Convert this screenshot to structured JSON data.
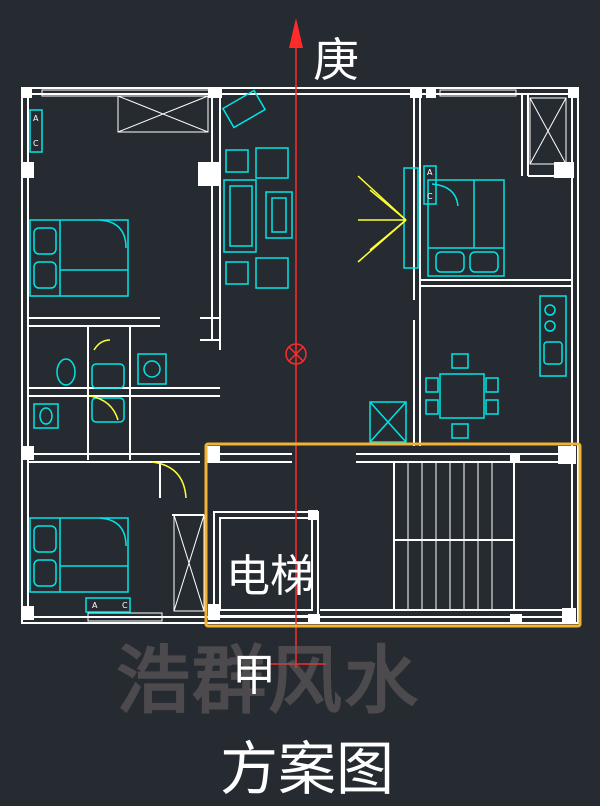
{
  "labels": {
    "north": "庚",
    "elevator": "电梯",
    "south": "甲",
    "title": "方案图",
    "watermark": "浩群风水"
  },
  "ac_marks": {
    "a": "A",
    "c": "C"
  },
  "colors": {
    "background": "#262b31",
    "wall": "#ffffff",
    "furniture": "#00e5e5",
    "axis": "#ff2a2a",
    "highlight": "#f2b233",
    "door": "#ffff33"
  }
}
